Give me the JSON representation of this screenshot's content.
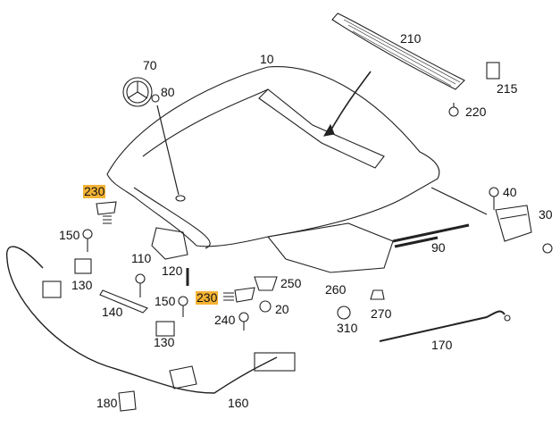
{
  "highlight_color": "#f5b335",
  "callouts": [
    {
      "id": "hood",
      "text": "10"
    },
    {
      "id": "vent-grille",
      "text": "210"
    },
    {
      "id": "star-emblem",
      "text": "70"
    },
    {
      "id": "emblem-grommet",
      "text": "80"
    },
    {
      "id": "clip-215",
      "text": "215"
    },
    {
      "id": "screw-220",
      "text": "220"
    },
    {
      "id": "bolt-40",
      "text": "40"
    },
    {
      "id": "spring-230-left",
      "text": "230",
      "highlighted": true
    },
    {
      "id": "hinge-30",
      "text": "30"
    },
    {
      "id": "bolt-150-left",
      "text": "150"
    },
    {
      "id": "gas-strut-90",
      "text": "90"
    },
    {
      "id": "latch-110",
      "text": "110"
    },
    {
      "id": "buffer-250",
      "text": "250"
    },
    {
      "id": "bolt-120",
      "text": "120"
    },
    {
      "id": "clip-130-upper",
      "text": "130"
    },
    {
      "id": "insulation-260",
      "text": "260"
    },
    {
      "id": "bolt-150-right",
      "text": "150"
    },
    {
      "id": "spring-230-right",
      "text": "230",
      "highlighted": true
    },
    {
      "id": "stop-20",
      "text": "20"
    },
    {
      "id": "clip-270",
      "text": "270"
    },
    {
      "id": "bracket-140",
      "text": "140"
    },
    {
      "id": "bolt-240",
      "text": "240"
    },
    {
      "id": "clip-310",
      "text": "310"
    },
    {
      "id": "clip-130-lower",
      "text": "130"
    },
    {
      "id": "rod-170",
      "text": "170"
    },
    {
      "id": "handle-180",
      "text": "180"
    },
    {
      "id": "cable-160",
      "text": "160"
    }
  ]
}
